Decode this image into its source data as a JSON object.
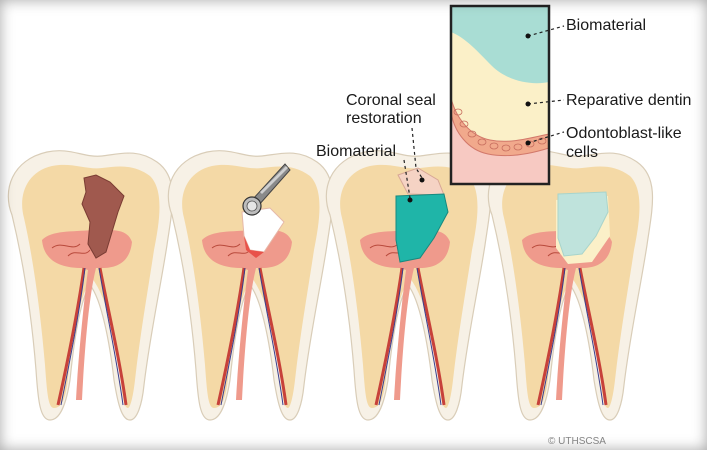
{
  "labels": {
    "coronal_seal": "Coronal seal\nrestoration",
    "biomaterial_tooth": "Biomaterial",
    "biomaterial_inset": "Biomaterial",
    "reparative_dentin": "Reparative dentin",
    "odontoblast_cells": "Odontoblast-like\ncells"
  },
  "credit": "© UTHSCSA",
  "colors": {
    "enamel": "#f7f1e6",
    "dentin": "#f4d9a6",
    "pulp": "#ef9a8c",
    "decay": "#a0594e",
    "biomaterial": "#1fb5a8",
    "biomaterial_light": "#bfe3dc",
    "reparative_dentin": "#fbf0c8",
    "odontoblast": "#f1a98c",
    "restoration": "#f5d3c4",
    "canal": "#c7413a"
  }
}
